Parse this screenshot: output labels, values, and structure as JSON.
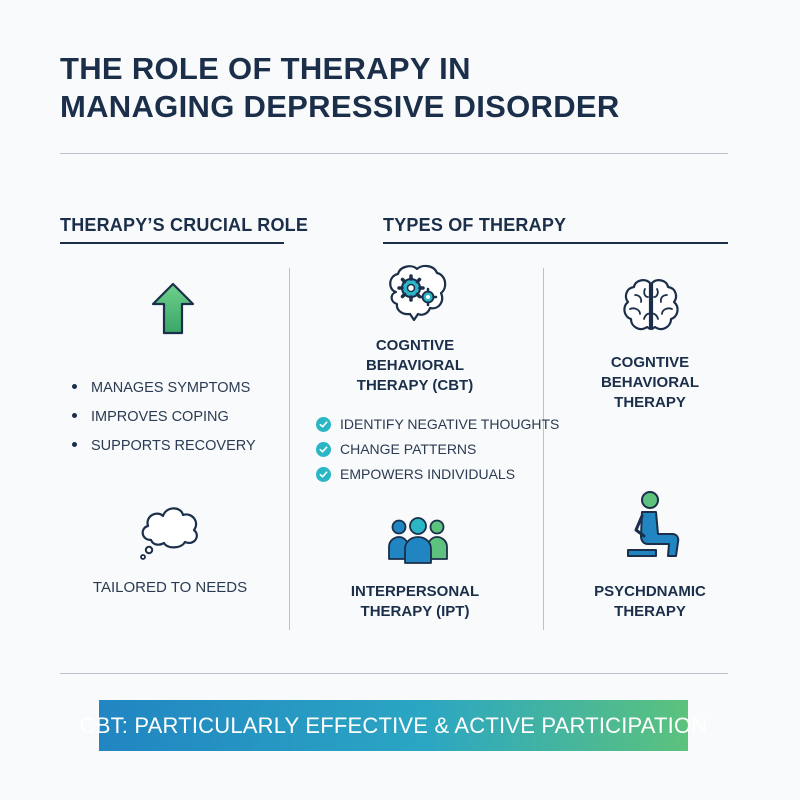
{
  "title": {
    "line1": "THE ROLE OF THERAPY IN",
    "line2": "MANAGING DEPRESSIVE DISORDER"
  },
  "left_section": {
    "heading": "THERAPY’S CRUCIAL ROLE",
    "bullets": [
      "MANAGES SYMPTOMS",
      "IMPROVES COPING",
      "SUPPORTS RECOVERY"
    ],
    "footer_label": "TAILORED TO NEEDS",
    "icons": [
      "up-arrow-icon",
      "thought-bubble-icon"
    ]
  },
  "right_section": {
    "heading": "TYPES OF THERAPY",
    "cbt_main": {
      "label_lines": [
        "COGNTIVE",
        "BEHAVIORAL",
        "THERAPY (CBT)"
      ],
      "points": [
        "IDENTIFY NEGATIVE THOUGHTS",
        "CHANGE PATTERNS",
        "EMPOWERS INDIVIDUALS"
      ],
      "icon": "brain-gears-icon"
    },
    "cbt_secondary": {
      "label_lines": [
        "COGNTIVE",
        "BEHAVIORAL",
        "THERAPY"
      ],
      "icon": "brain-icon"
    },
    "ipt": {
      "label_lines": [
        "INTERPERSONAL",
        "THERAPY (IPT)"
      ],
      "icon": "group-people-icon"
    },
    "psychodynamic": {
      "label_lines": [
        "PSYCHDNAMIC",
        "THERAPY"
      ],
      "icon": "seated-person-icon"
    }
  },
  "banner": {
    "text": "CBT: PARTICULARLY EFFECTIVE & ACTIVE PARTICIPATION"
  },
  "colors": {
    "navy": "#1b2f4a",
    "teal": "#2bb6c6",
    "blue": "#2185c2",
    "green": "#5cc27d"
  }
}
